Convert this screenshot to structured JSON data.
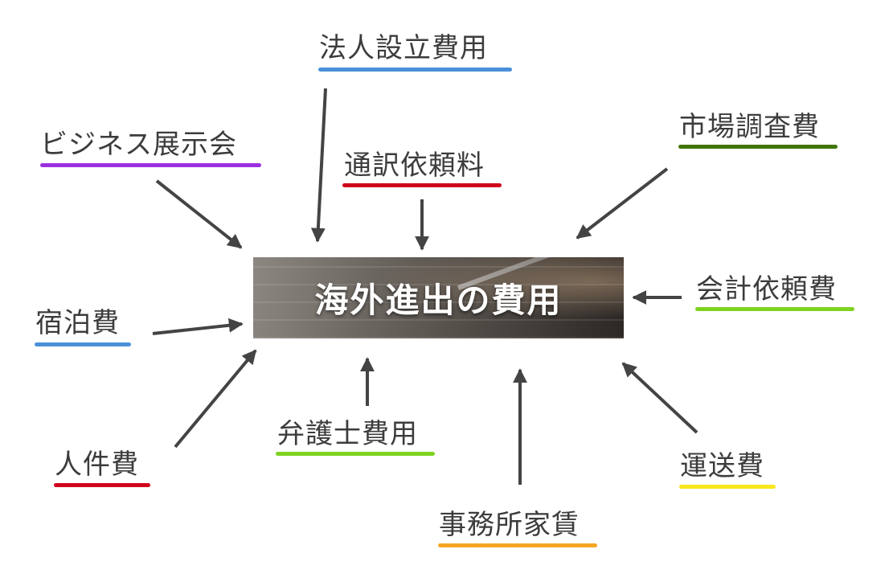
{
  "center": {
    "title": "海外進出の費用"
  },
  "costs": [
    {
      "label": "法人設立費用",
      "color": "#4a90d9"
    },
    {
      "label": "ビジネス展示会",
      "color": "#9b30e0"
    },
    {
      "label": "通訳依頼料",
      "color": "#d0021b"
    },
    {
      "label": "市場調査費",
      "color": "#417505"
    },
    {
      "label": "会計依頼費",
      "color": "#7ed321"
    },
    {
      "label": "宿泊費",
      "color": "#4a90d9"
    },
    {
      "label": "人件費",
      "color": "#d0021b"
    },
    {
      "label": "弁護士費用",
      "color": "#7ed321"
    },
    {
      "label": "運送費",
      "color": "#f8e71c"
    },
    {
      "label": "事務所家賃",
      "color": "#f5a623"
    }
  ]
}
